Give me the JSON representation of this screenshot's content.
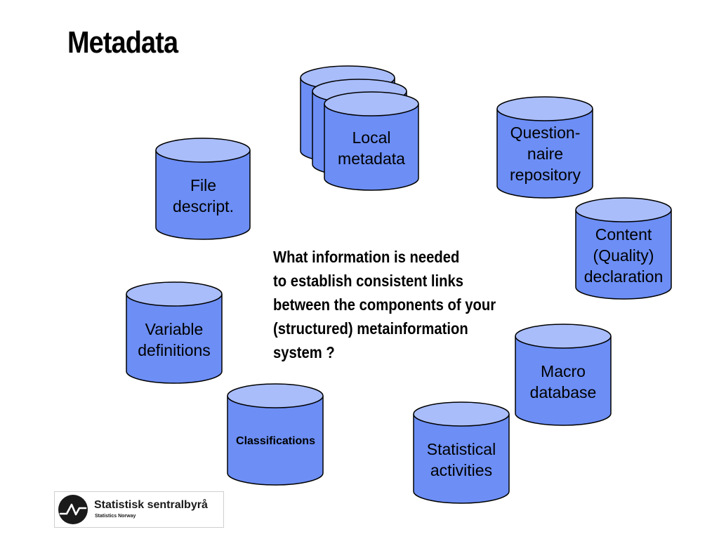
{
  "slide": {
    "title": "Metadata",
    "question_lines": [
      "What information is needed",
      "to establish consistent links",
      "between the components of your",
      "(structured) metainformation",
      "system ?"
    ]
  },
  "databases": {
    "local_metadata": [
      "Local",
      "metadata"
    ],
    "file_descript": [
      "File",
      "descript."
    ],
    "questionnaire_repository": [
      "Question-",
      "naire",
      "repository"
    ],
    "content_declaration": [
      "Content",
      "(Quality)",
      "declaration"
    ],
    "variable_definitions": [
      "Variable",
      "definitions"
    ],
    "classifications": [
      "Classifications"
    ],
    "macro_database": [
      "Macro",
      "database"
    ],
    "statistical_activities": [
      "Statistical",
      "activities"
    ]
  },
  "colors": {
    "cylinder_body": "#6c8ef5",
    "cylinder_top": "#a9bdfb",
    "outline": "#000000"
  },
  "logo": {
    "name": "Statistisk sentralbyrå",
    "subtitle": "Statistics Norway",
    "icon": "ssb-wave-logo-icon"
  }
}
